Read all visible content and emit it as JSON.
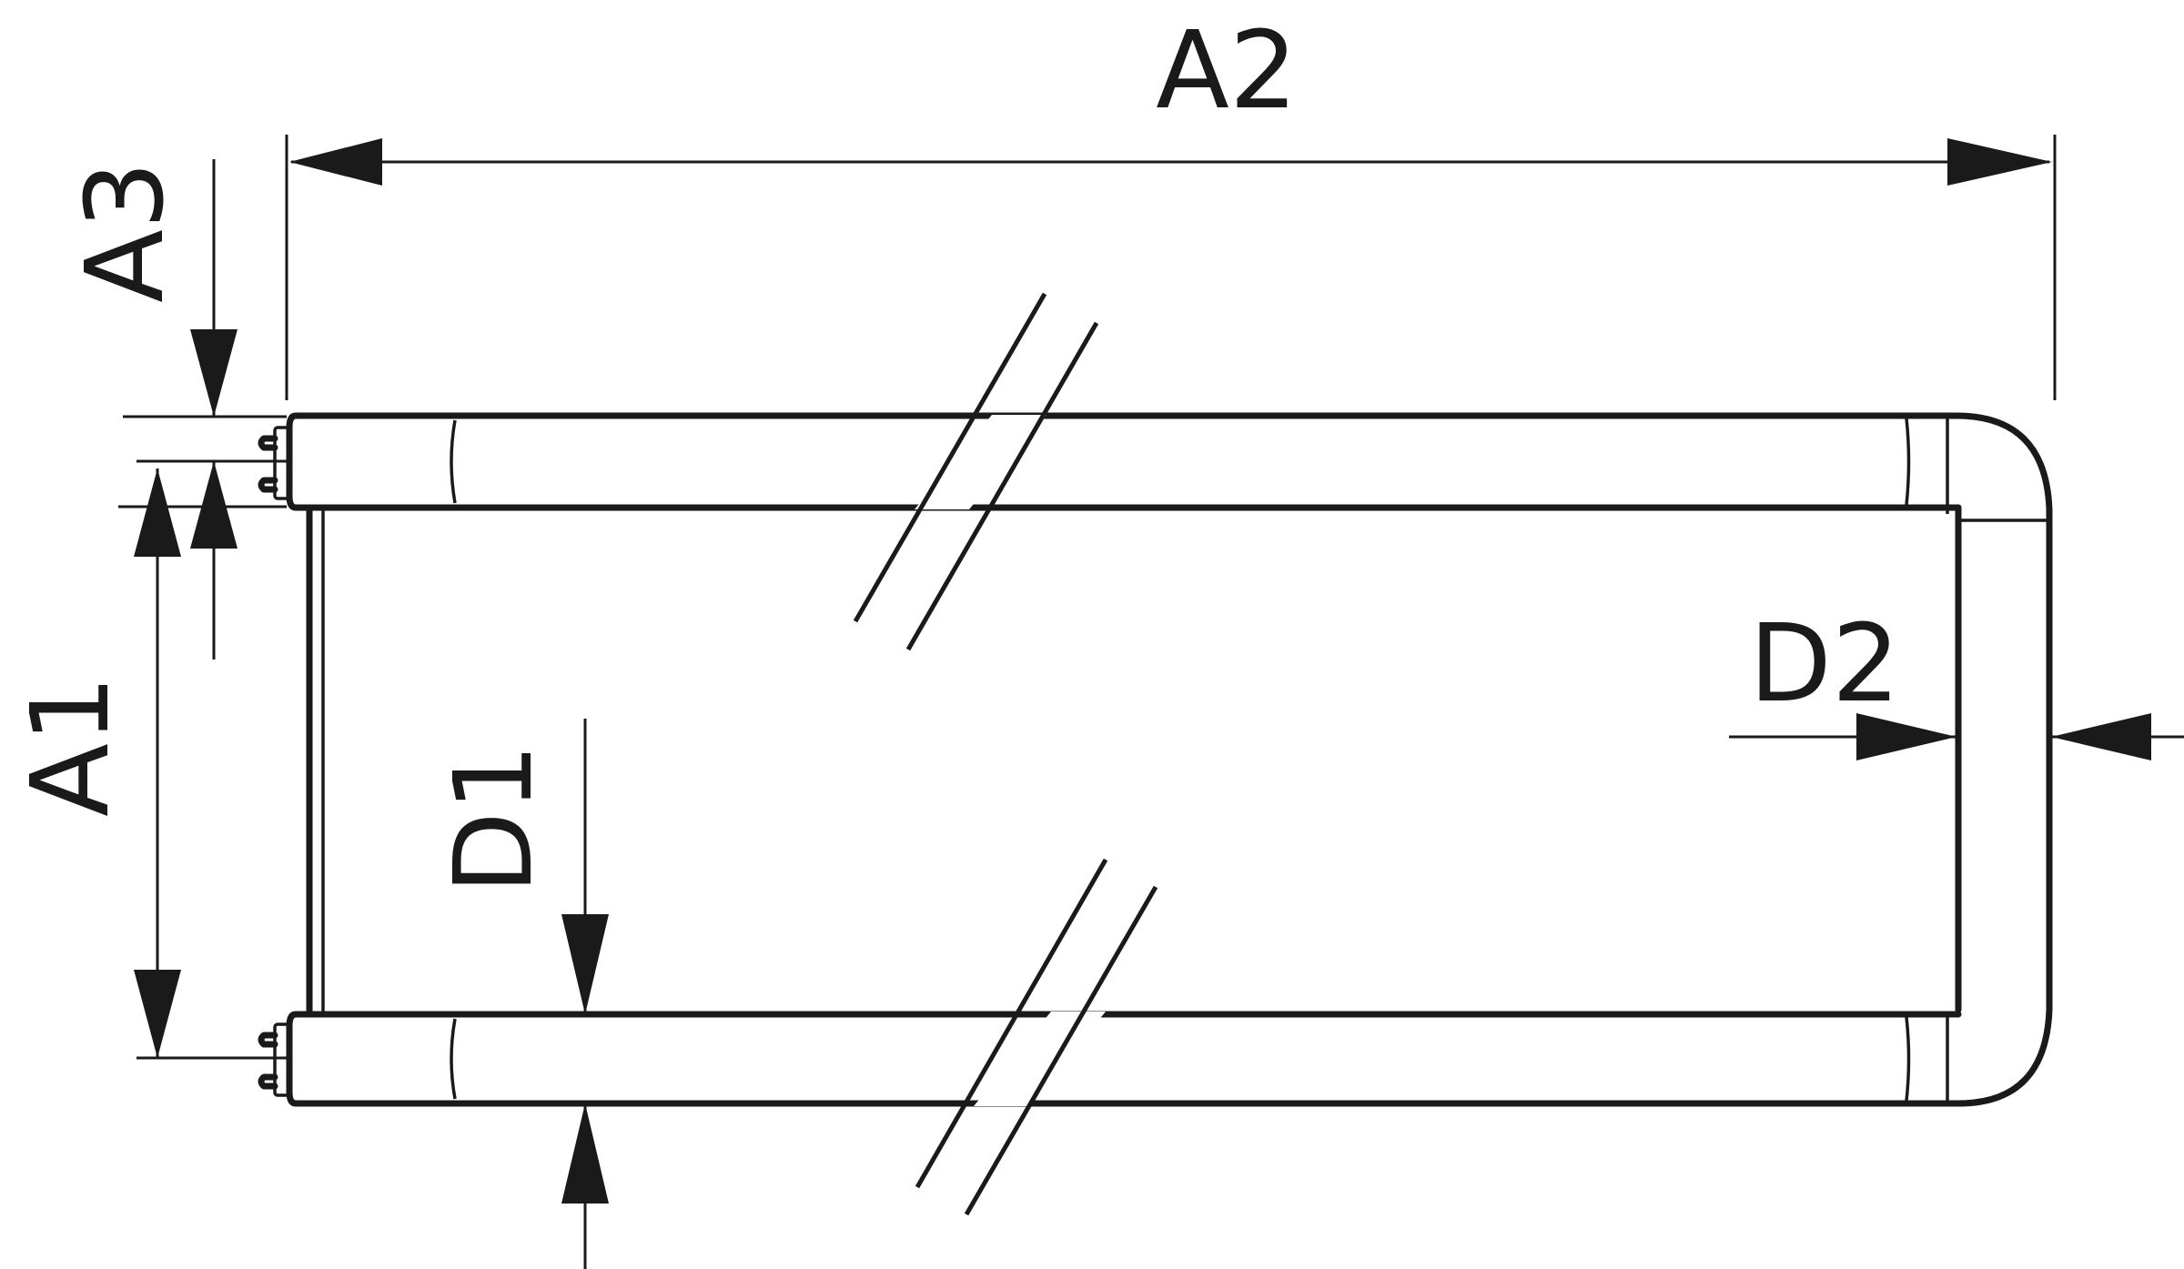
{
  "diagram": {
    "labels": {
      "a1": "A1",
      "a2": "A2",
      "a3": "A3",
      "d1": "D1",
      "d2": "D2"
    },
    "colors": {
      "line": "#1a1a1a",
      "background": "#ffffff"
    }
  }
}
